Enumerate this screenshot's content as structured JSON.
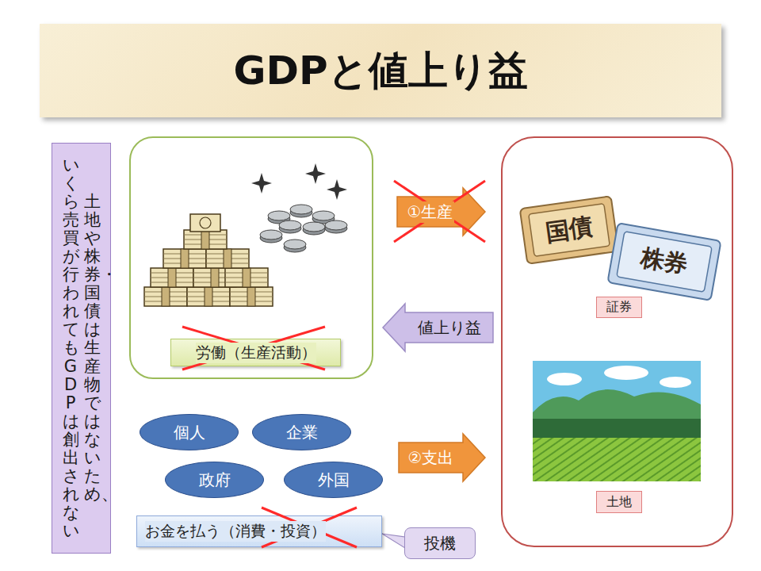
{
  "diagram": {
    "title": "GDPと値上り益",
    "nodes": [
      {
        "text": [
          "土地や株券・国債は生産物ではないため、",
          "いくら売買が行われてもGDPは創出されない"
        ]
      },
      {
        "text": []
      },
      {
        "text": [
          "労働（生産活動）"
        ],
        "in": 1
      },
      {
        "text": []
      },
      {
        "text": [
          "証券"
        ],
        "in": 3
      },
      {
        "text": [
          "土地"
        ],
        "in": 3
      },
      {
        "text": [
          "個人"
        ]
      },
      {
        "text": [
          "企業"
        ]
      },
      {
        "text": [
          "政府"
        ]
      },
      {
        "text": [
          "外国"
        ]
      },
      {
        "text": [
          "お金を払う（消費・投資）"
        ]
      },
      {
        "text": [
          "投機"
        ]
      }
    ],
    "edges": [
      {
        "from": 1,
        "to": 3,
        "label": "①生産",
        "arrow": "to"
      },
      {
        "from": 3,
        "to": 1,
        "label": "値上り益",
        "arrow": "to"
      },
      {
        "from": 7,
        "to": 3,
        "label": "②支出",
        "arrow": "to"
      },
      {
        "from": 11,
        "to": 10,
        "arrow": "none"
      }
    ],
    "labels": [
      "国債",
      "株券"
    ]
  }
}
